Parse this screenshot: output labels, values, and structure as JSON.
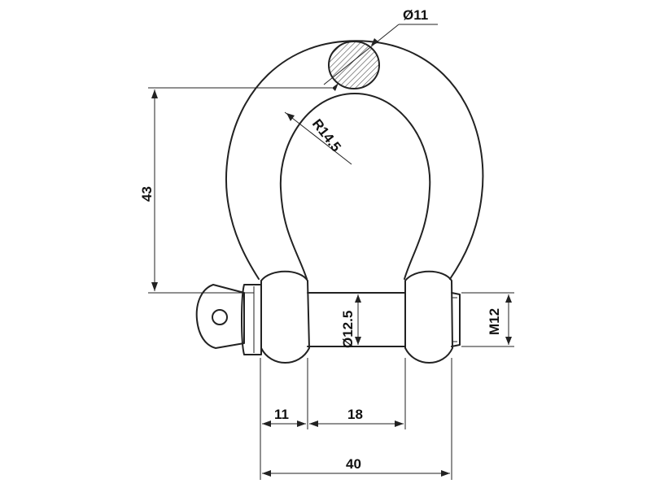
{
  "drawing": {
    "dimensions": {
      "wire_diameter": "Ø11",
      "inner_radius": "R14.5",
      "height": "43",
      "pin_diameter": "Ø12.5",
      "thread": "M12",
      "eye_width": "11",
      "inner_width": "18",
      "overall_width": "40"
    }
  }
}
